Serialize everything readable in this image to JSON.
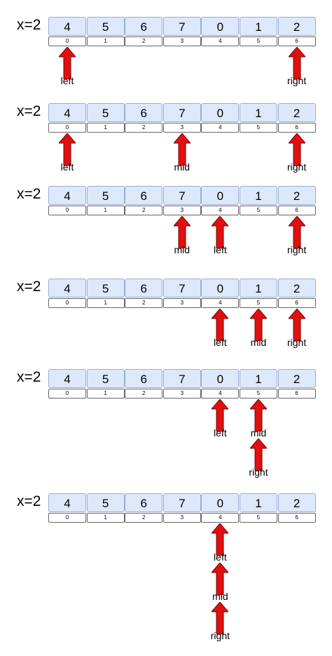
{
  "target_label": "x=2",
  "array": [
    "4",
    "5",
    "6",
    "7",
    "0",
    "1",
    "2"
  ],
  "indices": [
    "0",
    "1",
    "2",
    "3",
    "4",
    "5",
    "6"
  ],
  "pointer_names": {
    "left": "left",
    "mid": "mid",
    "right": "right"
  },
  "steps": [
    {
      "pointers": [
        {
          "name": "left",
          "index": 0
        },
        {
          "name": "right",
          "index": 6
        }
      ]
    },
    {
      "pointers": [
        {
          "name": "left",
          "index": 0
        },
        {
          "name": "mid",
          "index": 3
        },
        {
          "name": "right",
          "index": 6
        }
      ]
    },
    {
      "pointers": [
        {
          "name": "mid",
          "index": 3
        },
        {
          "name": "left",
          "index": 4
        },
        {
          "name": "right",
          "index": 6
        }
      ]
    },
    {
      "pointers": [
        {
          "name": "left",
          "index": 4
        },
        {
          "name": "mid",
          "index": 5
        },
        {
          "name": "right",
          "index": 6
        }
      ]
    },
    {
      "pointers": [
        {
          "name": "left",
          "index": 4
        },
        {
          "name": "mid",
          "index": 5
        },
        {
          "name": "right",
          "index": 5
        }
      ]
    },
    {
      "pointers": [
        {
          "name": "left",
          "index": 4
        },
        {
          "name": "mid",
          "index": 4
        },
        {
          "name": "right",
          "index": 4
        }
      ]
    }
  ]
}
